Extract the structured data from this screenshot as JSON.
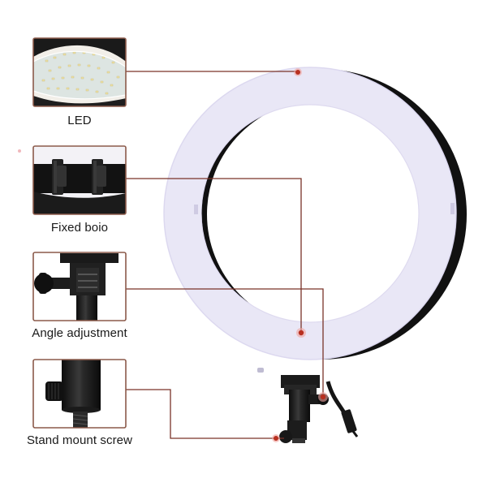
{
  "callouts": [
    {
      "id": "led",
      "label": "LED",
      "icon": "led-strip-closeup"
    },
    {
      "id": "fixed",
      "label": "Fixed boio",
      "icon": "fixed-clip-closeup"
    },
    {
      "id": "angle",
      "label": "Angle adjustment",
      "icon": "angle-knob-closeup"
    },
    {
      "id": "mount",
      "label": "Stand mount screw",
      "icon": "mount-screw-closeup"
    }
  ],
  "colors": {
    "frame": "#8b5a4a",
    "leader_line": "#7a3328",
    "marker_dot": "#c0392b",
    "ring_light": "#eceaf7",
    "ring_housing": "#141414"
  }
}
